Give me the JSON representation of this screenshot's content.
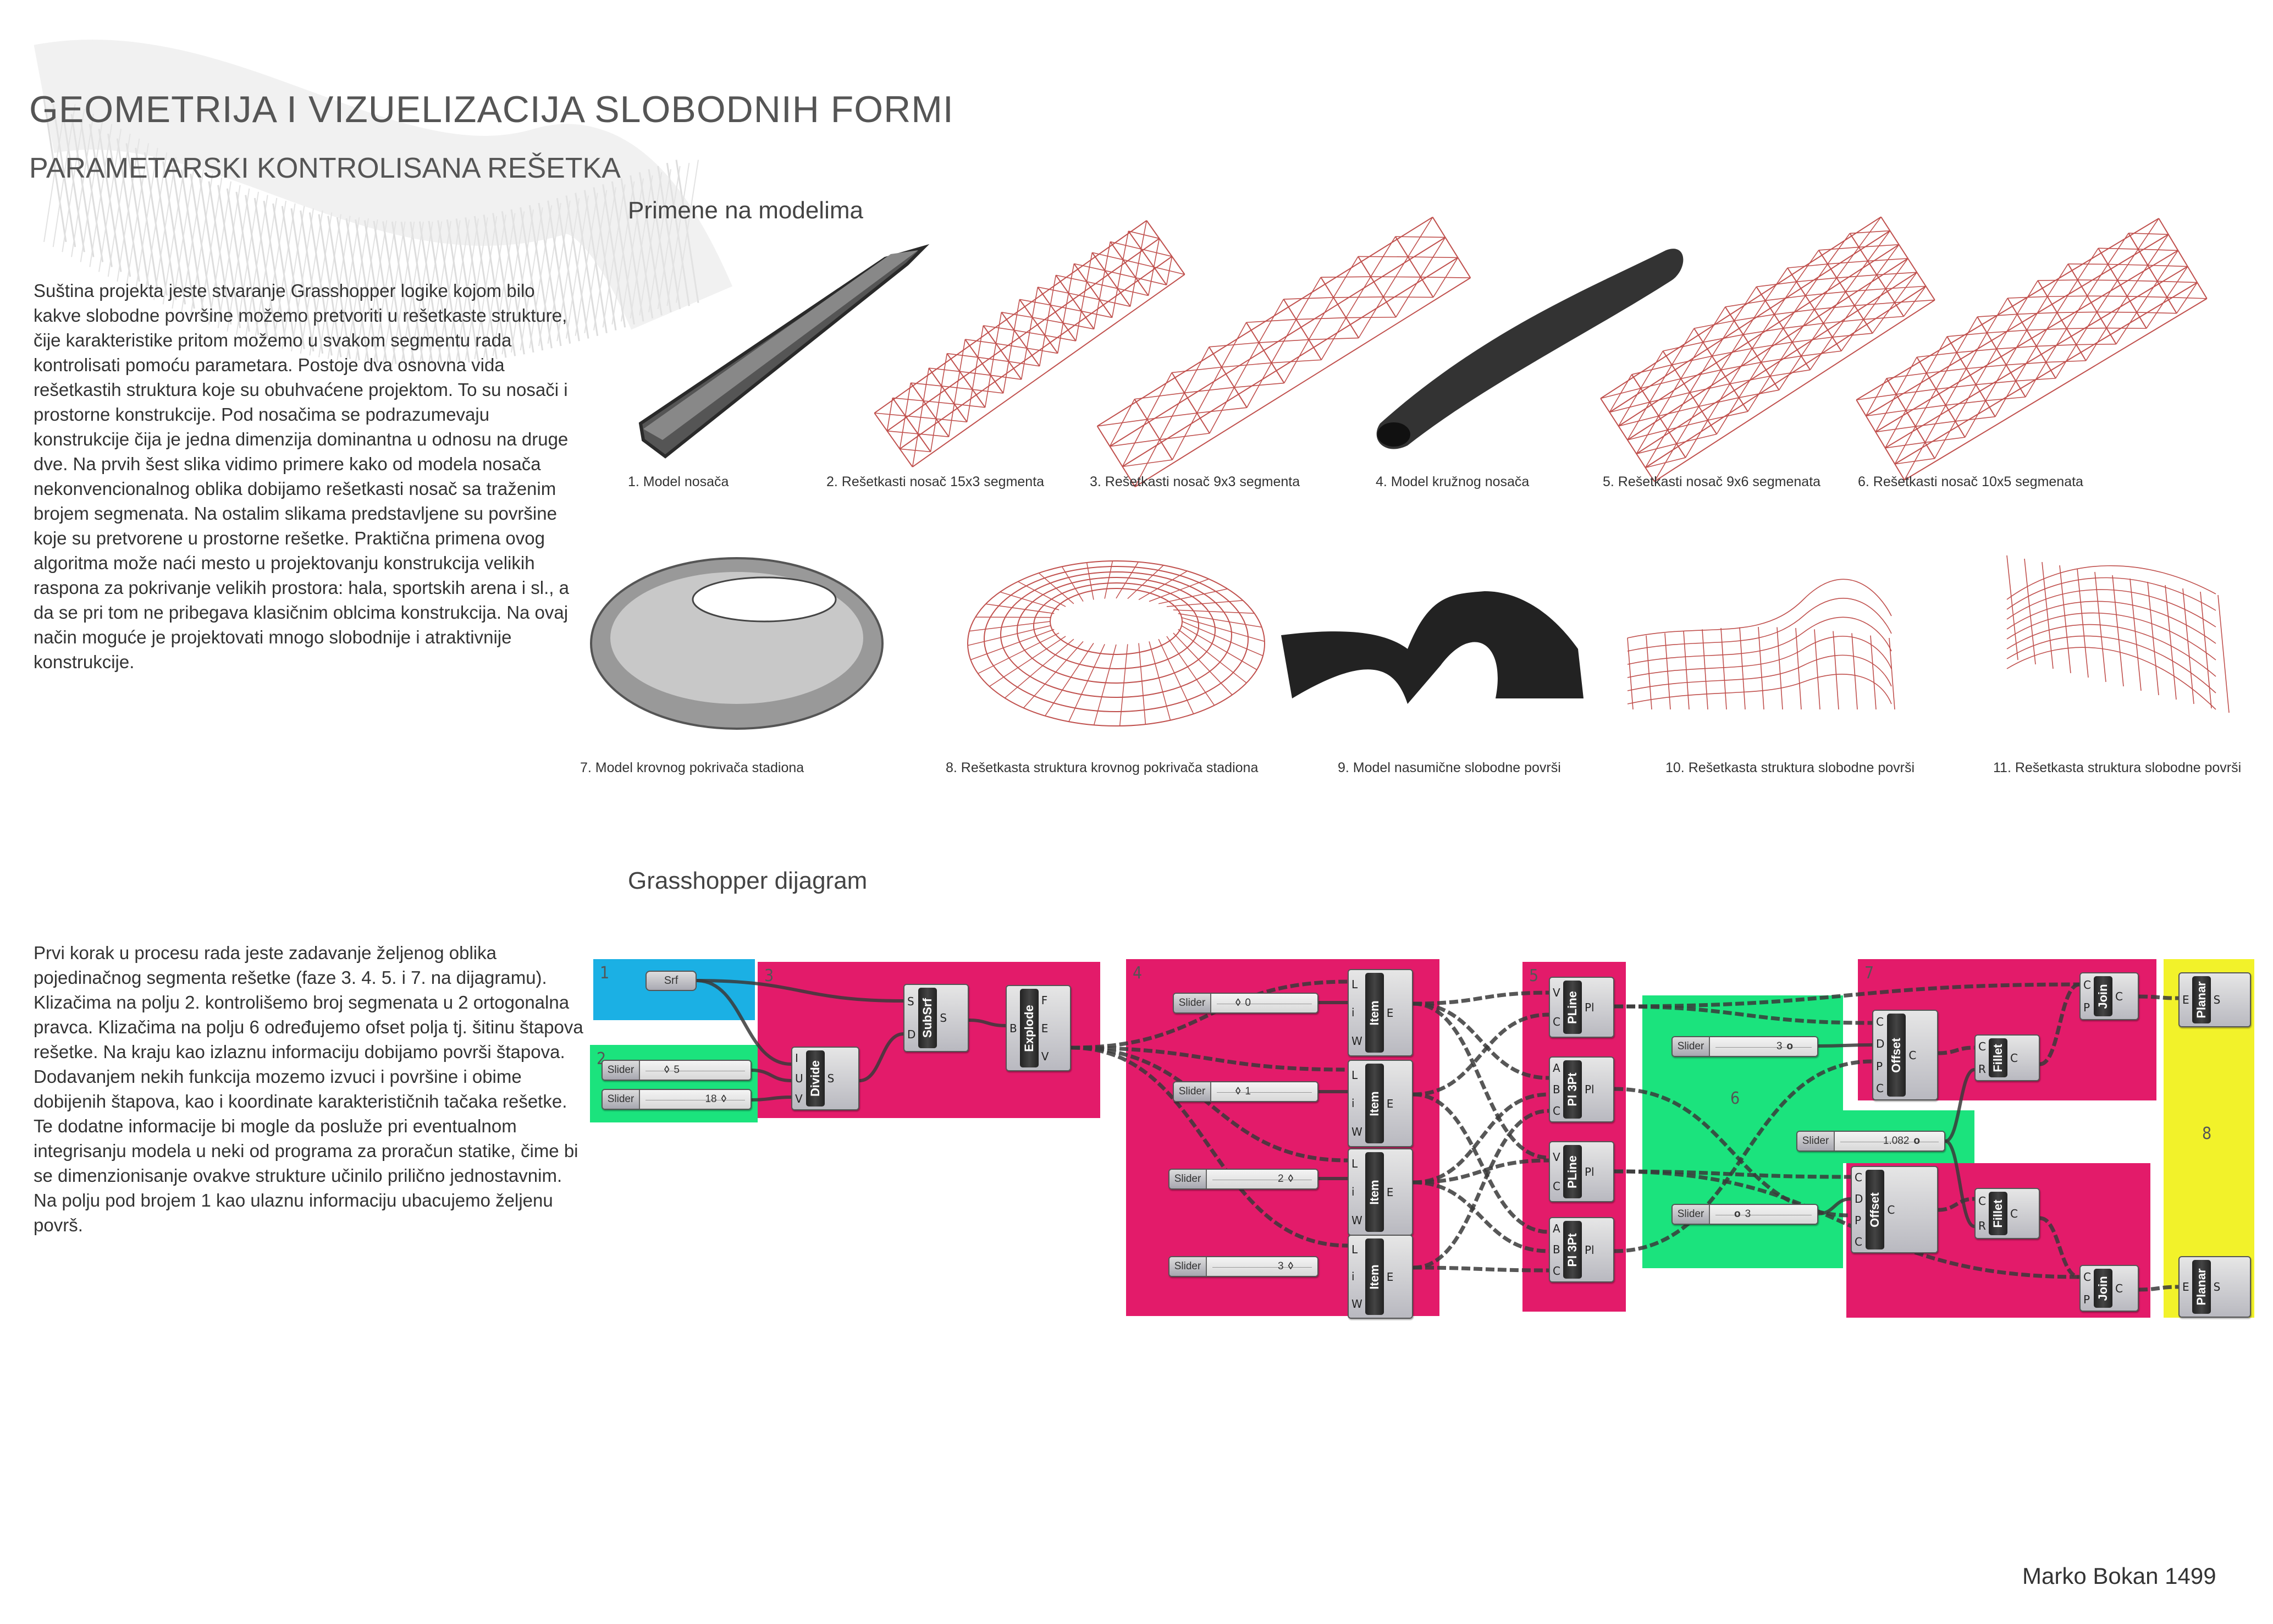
{
  "header": {
    "title": "GEOMETRIJA I VIZUELIZACIJA SLOBODNIH FORMI",
    "subtitle": "PARAMETARSKI KONTROLISANA REŠETKA"
  },
  "models": {
    "heading": "Primene na modelima",
    "intro": "Suština projekta jeste stvaranje Grasshopper logike kojom bilo kakve slobodne površine možemo pretvoriti u rešetkaste strukture, čije karakteristike pritom možemo u svakom segmentu rada kontrolisati pomoću parametara. Postoje dva osnovna vida rešetkastih struktura koje su obuhvaćene projektom. To su nosači i prostorne konstrukcije. Pod nosačima se podrazumevaju konstrukcije čija je jedna dimenzija dominantna u odnosu na druge dve. Na prvih šest slika vidimo primere kako od modela nosača nekonvencionalnog oblika dobijamo rešetkasti nosač sa traženim brojem segmenata. Na ostalim slikama predstavljene su površine koje su pretvorene u prostorne rešetke. Praktična primena ovog algoritma može naći mesto u projektovanju konstrukcija velikih raspona za pokrivanje velikih prostora: hala, sportskih arena i sl., a da se pri tom ne pribegava klasičnim oblcima konstrukcija. Na ovaj način moguće je projektovati mnogo slobodnije i atraktivnije konstrukcije.",
    "captions": [
      "1. Model nosača",
      "2. Rešetkasti nosač 15x3 segmenta",
      "3. Rešetkasti nosač 9x3 segmenta",
      "4. Model kružnog nosača",
      "5. Rešetkasti nosač 9x6 segmenata",
      "6. Rešetkasti nosač 10x5 segmenata",
      "7. Model krovnog pokrivača stadiona",
      "8. Rešetkasta struktura krovnog pokrivača stadiona",
      "9. Model nasumične slobodne površi",
      "10. Rešetkasta struktura slobodne površi",
      "11. Rešetkasta struktura slobodne površi"
    ]
  },
  "grasshopper": {
    "heading": "Grasshopper dijagram",
    "intro": "Prvi korak u procesu rada jeste zadavanje željenog oblika pojedinačnog segmenta rešetke (faze 3. 4. 5. i 7. na dijagramu). Klizačima na polju 2. kontrolišemo broj segmenata u 2 ortogonalna pravca. Klizačima na polju 6 određujemo ofset polja tj. šitinu štapova rešetke. Na kraju kao izlaznu informaciju dobijamo površi štapova. Dodavanjem nekih funkcija mozemo izvuci i površine i obime dobijenih štapova, kao i koordinate karakterističnih tačaka rešetke. Te dodatne informacije bi mogle da posluže pri eventualnom integrisanju modela u neki od programa za proračun statike, čime bi se dimenzionisanje ovakve strukture učinilo prilično jednostavnim. Na polju pod brojem 1 kao ulaznu informaciju ubacujemo željenu površ.",
    "groups": [
      {
        "id": "g1",
        "number": "1",
        "color": "#1bb0e4"
      },
      {
        "id": "g2",
        "number": "2",
        "color": "#1be37d"
      },
      {
        "id": "g3",
        "number": "3",
        "color": "#e31b6a"
      },
      {
        "id": "g4",
        "number": "4",
        "color": "#e31b6a"
      },
      {
        "id": "g5",
        "number": "5",
        "color": "#e31b6a"
      },
      {
        "id": "g6",
        "number": "6",
        "color": "#1be37d"
      },
      {
        "id": "g7a",
        "number": "7",
        "color": "#e31b6a"
      },
      {
        "id": "g7b",
        "number": "",
        "color": "#e31b6a"
      },
      {
        "id": "g8",
        "number": "8",
        "color": "#f2f22a"
      }
    ],
    "params": [
      {
        "id": "srf",
        "label": "Srf"
      }
    ],
    "sliders": [
      {
        "id": "s5",
        "label": "Slider",
        "value": "5",
        "marker": "◊",
        "marker_first": true
      },
      {
        "id": "s18",
        "label": "Slider",
        "value": "18",
        "marker": "◊",
        "marker_first": false
      },
      {
        "id": "si0",
        "label": "Slider",
        "value": "0",
        "marker": "◊",
        "marker_first": true
      },
      {
        "id": "si1",
        "label": "Slider",
        "value": "1",
        "marker": "◊",
        "marker_first": true
      },
      {
        "id": "si2",
        "label": "Slider",
        "value": "2",
        "marker": "◊",
        "marker_first": false
      },
      {
        "id": "si3",
        "label": "Slider",
        "value": "3",
        "marker": "◊",
        "marker_first": false
      },
      {
        "id": "so1",
        "label": "Slider",
        "value": "3",
        "marker": "o",
        "marker_first": false
      },
      {
        "id": "sr",
        "label": "Slider",
        "value": "1.082",
        "marker": "o",
        "marker_first": false
      },
      {
        "id": "so2",
        "label": "Slider",
        "value": "3",
        "marker": "o",
        "marker_first": true
      }
    ],
    "components": [
      {
        "id": "divide",
        "name": "Divide",
        "inputs": [
          "I",
          "U",
          "V"
        ],
        "outputs": [
          "S"
        ]
      },
      {
        "id": "subsrf",
        "name": "SubSrf",
        "inputs": [
          "S",
          "D"
        ],
        "outputs": [
          "S"
        ]
      },
      {
        "id": "explode",
        "name": "Explode",
        "inputs": [
          "B"
        ],
        "outputs": [
          "F",
          "E",
          "V"
        ]
      },
      {
        "id": "item1",
        "name": "Item",
        "inputs": [
          "L",
          "i",
          "W"
        ],
        "outputs": [
          "E"
        ]
      },
      {
        "id": "item2",
        "name": "Item",
        "inputs": [
          "L",
          "i",
          "W"
        ],
        "outputs": [
          "E"
        ]
      },
      {
        "id": "item3",
        "name": "Item",
        "inputs": [
          "L",
          "i",
          "W"
        ],
        "outputs": [
          "E"
        ]
      },
      {
        "id": "item4",
        "name": "Item",
        "inputs": [
          "L",
          "i",
          "W"
        ],
        "outputs": [
          "E"
        ]
      },
      {
        "id": "pline1",
        "name": "PLine",
        "inputs": [
          "V",
          "C"
        ],
        "outputs": [
          "Pl"
        ]
      },
      {
        "id": "pl3pt1",
        "name": "Pl 3Pt",
        "inputs": [
          "A",
          "B",
          "C"
        ],
        "outputs": [
          "Pl"
        ]
      },
      {
        "id": "pline2",
        "name": "PLine",
        "inputs": [
          "V",
          "C"
        ],
        "outputs": [
          "Pl"
        ]
      },
      {
        "id": "pl3pt2",
        "name": "Pl 3Pt",
        "inputs": [
          "A",
          "B",
          "C"
        ],
        "outputs": [
          "Pl"
        ]
      },
      {
        "id": "offset1",
        "name": "Offset",
        "inputs": [
          "C",
          "D",
          "P",
          "C"
        ],
        "outputs": [
          "C"
        ]
      },
      {
        "id": "offset2",
        "name": "Offset",
        "inputs": [
          "C",
          "D",
          "P",
          "C"
        ],
        "outputs": [
          "C"
        ]
      },
      {
        "id": "fillet1",
        "name": "Fillet",
        "inputs": [
          "C",
          "R"
        ],
        "outputs": [
          "C"
        ]
      },
      {
        "id": "fillet2",
        "name": "Fillet",
        "inputs": [
          "C",
          "R"
        ],
        "outputs": [
          "C"
        ]
      },
      {
        "id": "join1",
        "name": "Join",
        "inputs": [
          "C",
          "P"
        ],
        "outputs": [
          "C"
        ]
      },
      {
        "id": "join2",
        "name": "Join",
        "inputs": [
          "C",
          "P"
        ],
        "outputs": [
          "C"
        ]
      },
      {
        "id": "planar1",
        "name": "Planar",
        "inputs": [
          "E"
        ],
        "outputs": [
          "S"
        ]
      },
      {
        "id": "planar2",
        "name": "Planar",
        "inputs": [
          "E"
        ],
        "outputs": [
          "S"
        ]
      }
    ]
  },
  "footer": {
    "author": "Marko Bokan 1499"
  },
  "colors": {
    "lattice": "#c0504d",
    "model": "#2a2a2a",
    "wire": "#3a3a3a"
  }
}
